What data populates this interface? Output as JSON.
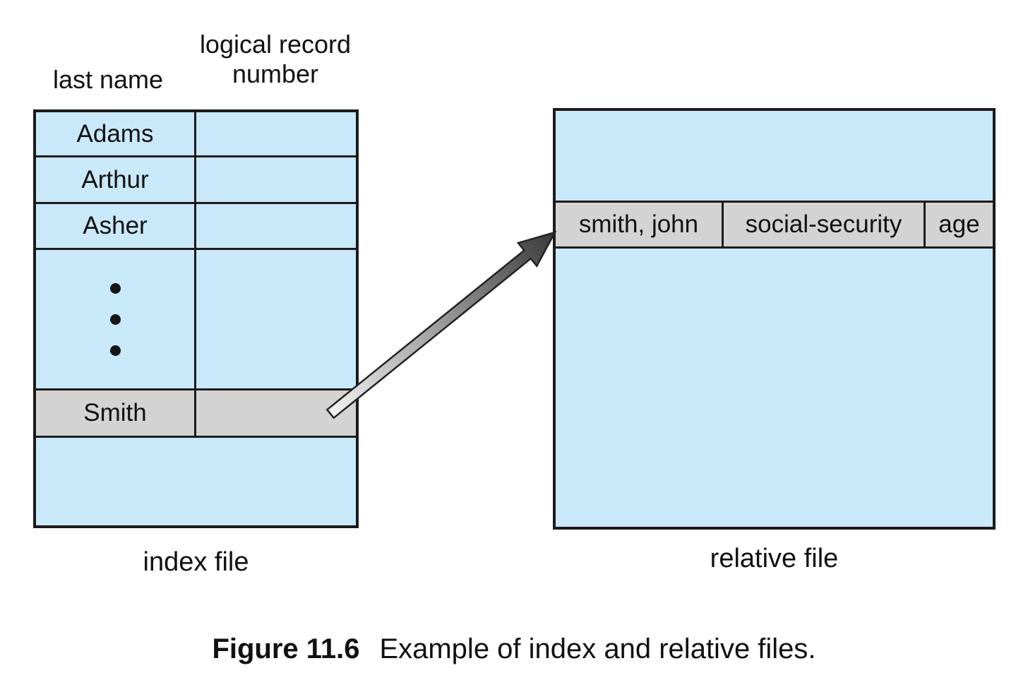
{
  "figure": {
    "caption_label": "Figure 11.6",
    "caption_text": "Example of index and relative files."
  },
  "index_file": {
    "label": "index file",
    "col1_header": "last name",
    "col2_header_line1": "logical record",
    "col2_header_line2": "number",
    "rows": [
      "Adams",
      "Arthur",
      "Asher"
    ],
    "highlighted_row": "Smith"
  },
  "relative_file": {
    "label": "relative file",
    "record": [
      "smith, john",
      "social-security",
      "age"
    ]
  },
  "icons": {
    "ellipsis": "vertical-ellipsis-dots",
    "arrow": "index-to-record-arrow"
  },
  "colors": {
    "cell_blue": "#c9e8f9",
    "highlight_gray": "#d3d3d3",
    "border": "#1b1b1b",
    "arrow_light": "#efefef",
    "arrow_dark": "#333333"
  }
}
